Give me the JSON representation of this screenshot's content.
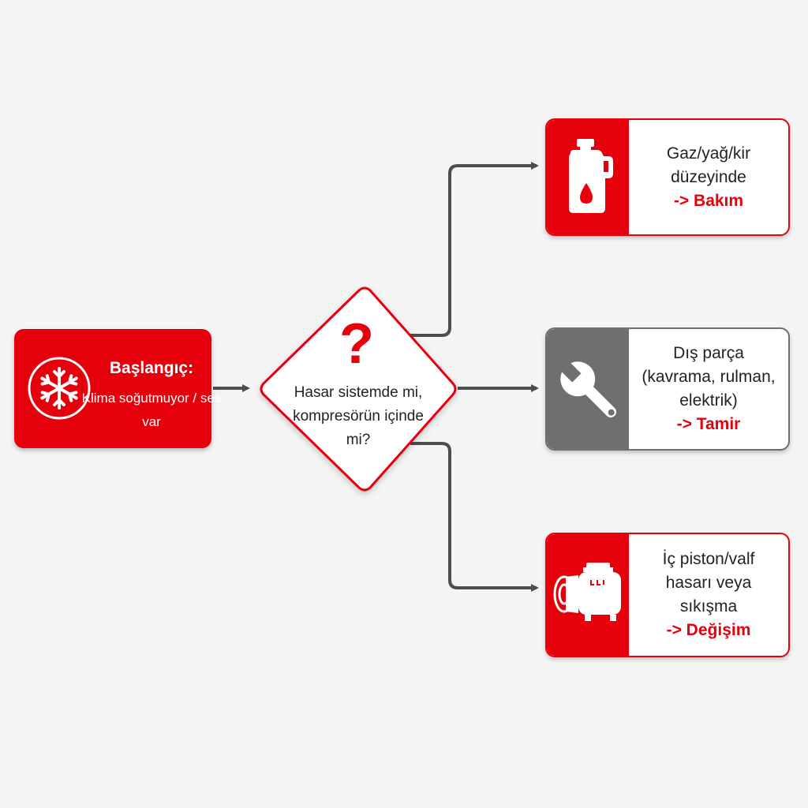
{
  "start": {
    "title": "Başlangıç:",
    "subtitle": "Klima soğutmuyor / ses var",
    "icon": "snowflake-icon"
  },
  "decision": {
    "symbol": "?",
    "text": "Hasar sistemde mi, kompresörün içinde mi?"
  },
  "outcomes": [
    {
      "lines": [
        "Gaz/yağ/kir",
        "düzeyinde"
      ],
      "action": "-> Bakım",
      "icon": "oil-canister-icon"
    },
    {
      "lines": [
        "Dış parça",
        "(kavrama, rulman,",
        "elektrik)"
      ],
      "action": "-> Tamir",
      "icon": "wrench-icon"
    },
    {
      "lines": [
        "İç piston/valf",
        "hasarı veya",
        "sıkışma"
      ],
      "action": "-> Değişim",
      "icon": "compressor-icon"
    }
  ],
  "colors": {
    "accent": "#e5000c",
    "neutral": "#6f6f6f",
    "connector": "#4a4d52",
    "background": "#f4f4f4"
  }
}
